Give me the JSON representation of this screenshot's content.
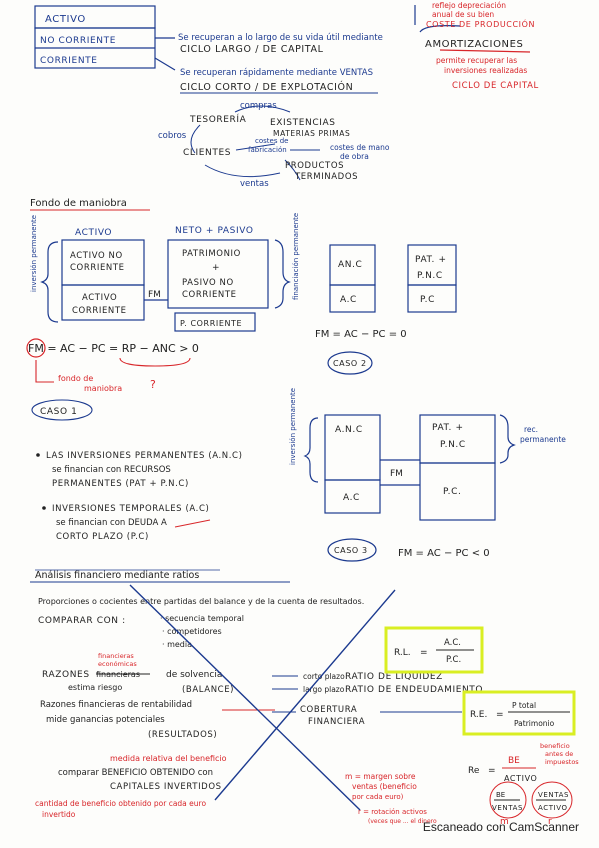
{
  "colors": {
    "ink_blue": "#1c3a8f",
    "ink_red": "#d8262a",
    "ink_dark": "#222222",
    "highlight": "#d9ee22",
    "paper": "#fdfdfb"
  },
  "top": {
    "activo": "ACTIVO",
    "no_corriente": "NO CORRIENTE",
    "corriente": "CORRIENTE",
    "nc_desc": "Se recuperan a lo largo de su vida útil mediante",
    "ciclo_largo": "CICLO LARGO / DE CAPITAL",
    "amortizaciones": "AMORTIZACIONES",
    "amort_note1": "reflejo depreciación",
    "amort_note2": "anual de su bien",
    "amort_note3": "COSTE DE PRODUCCIÓN",
    "amort_perm1": "permite recuperar las",
    "amort_perm2": "inversiones realizadas",
    "ciclo_capital": "CICLO DE CAPITAL",
    "c_desc": "Se recuperan rápidamente mediante VENTAS",
    "ciclo_corto": "CICLO CORTO / DE EXPLOTACIÓN"
  },
  "cycle": {
    "compras": "compras",
    "tesoreria": "TESORERÍA",
    "existencias": "EXISTENCIAS",
    "materias": "MATERIAS PRIMAS",
    "cobros": "cobros",
    "costes_fab": "costes de",
    "costes_fab2": "fabricación",
    "costes_mano": "costes de mano",
    "costes_mano2": "de obra",
    "clientes": "CLIENTES",
    "productos": "PRODUCTOS",
    "terminados": "TERMINADOS",
    "ventas": "ventas"
  },
  "fm": {
    "heading": "Fondo de maniobra",
    "inv_perm": "inversión permanente",
    "fin_perm": "financiación permanente",
    "activo": "ACTIVO",
    "neto_pasivo": "NETO + PASIVO",
    "activo_nc1": "ACTIVO NO",
    "activo_nc2": "CORRIENTE",
    "patrimonio": "PATRIMONIO",
    "plus": "+",
    "pasivo_nc1": "PASIVO NO",
    "pasivo_nc2": "CORRIENTE",
    "activo_c1": "ACTIVO",
    "activo_c2": "CORRIENTE",
    "fm_label": "FM",
    "pasivo_c": "P. CORRIENTE",
    "formula": "FM = AC − PC = RP − ANC > 0",
    "fondo_label1": "fondo de",
    "fondo_label2": "maniobra",
    "question": "?",
    "caso1": "CASO 1"
  },
  "caso2": {
    "anc": "AN.C",
    "ac": "A.C",
    "pat": "PAT. +",
    "pnc": "P.N.C",
    "pc": "P.C",
    "formula": "FM = AC − PC = 0",
    "label": "CASO 2"
  },
  "caso1_text": {
    "b1_l1": "LAS INVERSIONES PERMANENTES (A.N.C)",
    "b1_l2": "se financian con RECURSOS",
    "b1_l3": "PERMANENTES (PAT + P.N.C)",
    "b2_l1": "INVERSIONES TEMPORALES (A.C)",
    "b2_l2": "se financian con DEUDA A",
    "b2_l3": "CORTO PLAZO (P.C)"
  },
  "caso3": {
    "inv_perm": "inversión permanente",
    "anc": "A.N.C",
    "pat": "PAT. +",
    "pnc": "P.N.C",
    "fm": "FM",
    "ac": "A.C",
    "pc": "P.C.",
    "rec_perm1": "rec.",
    "rec_perm2": "permanente",
    "label": "CASO 3",
    "formula": "FM = AC − PC < 0"
  },
  "ratios": {
    "heading": "Análisis financiero mediante ratios",
    "l1": "Proporciones o cocientes entre partidas del balance y de la cuenta de resultados.",
    "comparar": "COMPARAR CON :",
    "c1": "· secuencia temporal",
    "c2": "· competidores",
    "c3": "· media",
    "razones": "RAZONES",
    "financieras_struck": "financieras",
    "financieras_sup1": "financieras",
    "financieras_sup2": "económicas",
    "de_solvencia": "de solvencia",
    "estima": "estima riesgo",
    "balance": "(BALANCE)",
    "corto_plazo": "corto plazo",
    "ratio_liquidez": "RATIO DE LIQUIDEZ",
    "largo_plazo": "largo plazo",
    "ratio_endeud": "RATIO DE ENDEUDAMIENTO",
    "rl_lhs": "R.L.",
    "rl_num": "A.C.",
    "rl_den": "P.C.",
    "razones_rent": "Razones financieras de rentabilidad",
    "mide": "mide ganancias potenciales",
    "resultados": "(RESULTADOS)",
    "cobertura1": "COBERTURA",
    "cobertura2": "FINANCIERA",
    "re_lhs": "R.E.",
    "re_num": "P total",
    "re_den": "Patrimonio",
    "medida": "medida relativa del beneficio",
    "comparar2": "comparar BENEFICIO OBTENIDO con",
    "capitales": "CAPITALES INVERTIDOS",
    "cantidad1": "cantidad de beneficio obtenido por cada euro",
    "cantidad2": "invertido",
    "re_small": "Re",
    "be": "BE",
    "activo_den": "ACTIVO",
    "be_note1": "beneficio",
    "be_note2": "antes de",
    "be_note3": "impuestos",
    "m_note1": "m = margen sobre",
    "m_note2": "ventas (beneficio",
    "m_note3": "por cada euro)",
    "r_note1": "r = rotación activos",
    "r_note2": "(veces que ... el dinero",
    "ventas": "VENTAS",
    "activo2": "ACTIVO",
    "m": "m",
    "r": "r"
  },
  "watermark": "Escaneado con CamScanner"
}
